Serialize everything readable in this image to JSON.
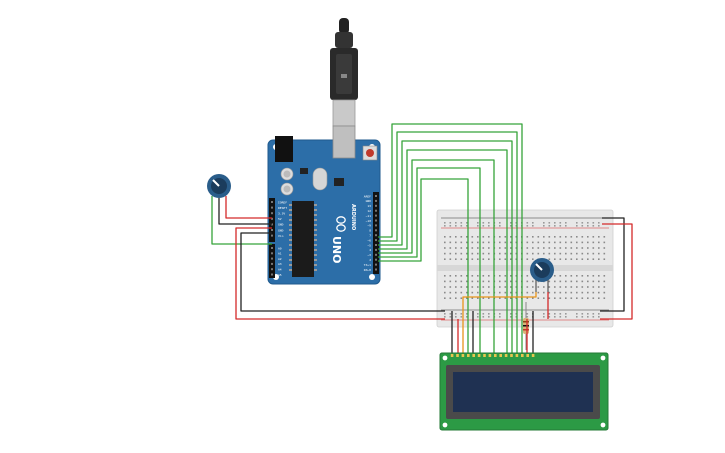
{
  "board": {
    "brand": "ARDUINO",
    "model": "UNO",
    "pin_labels_right": [
      "AREF",
      "GND",
      "13",
      "12",
      "~11",
      "~10",
      "~9",
      "8",
      "7",
      "~6",
      "~5",
      "4",
      "~3",
      "2",
      "TX→1",
      "RX←0"
    ],
    "pin_labels_left": [
      "IOREF",
      "RESET",
      "3.3V",
      "5V",
      "GND",
      "GND",
      "Vin",
      "A0",
      "A1",
      "A2",
      "A3",
      "A4",
      "A5"
    ]
  },
  "colors": {
    "board": "#2c6ea8",
    "wire_data": "#36a33a",
    "wire_power": "#d42a2a",
    "wire_ground": "#222222",
    "wire_orange": "#e8941a",
    "lcd_backlight": "#1f3152",
    "lcd_pcb": "#2c9a45",
    "breadboard": "#e8e8e8"
  },
  "icons": [
    "usb-plug-icon",
    "potentiometer-icon",
    "resistor-icon",
    "reset-button-icon"
  ]
}
